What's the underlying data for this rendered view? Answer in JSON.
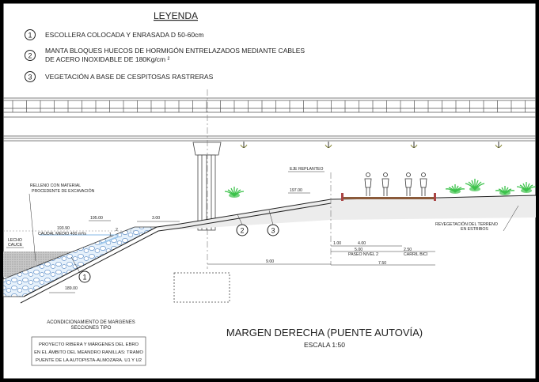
{
  "legend": {
    "title": "LEYENDA",
    "items": [
      {
        "num": "1",
        "line1": "ESCOLLERA COLOCADA Y ENRASADA D 50-60cm",
        "line2": ""
      },
      {
        "num": "2",
        "line1": "MANTA BLOQUES HUECOS DE HORMIGÓN ENTRELAZADOS MEDIANTE CABLES",
        "line2": "DE ACERO INOXIDABLE DE 180Kg/cm ²"
      },
      {
        "num": "3",
        "line1": "VEGETACIÓN A BASE DE CESPITOSAS RASTRERAS",
        "line2": ""
      }
    ]
  },
  "annotations": {
    "relleno1": "RELLENO CON MATERIAL",
    "relleno2": "PROCEDENTE DE EXCAVACIÓN",
    "lecho1": "LECHO",
    "lecho2": "CAUCE",
    "caudal": "CAUDAL MEDIO 400 m³/s",
    "elev_193": "193.90",
    "elev_195": "195.00",
    "elev_189": "189.00",
    "elev_197": "197.00",
    "slope_h": "2",
    "slope_v": "1",
    "dim_300": "3.00",
    "dim_900": "9.00",
    "dim_100": "1.00",
    "dim_400": "4.00",
    "dim_500": "5.00",
    "dim_250": "2.50",
    "dim_750": "7.50",
    "paseo": "PASEO NIVEL 2",
    "carril": "CARRIL BICI",
    "eje": "EJE REPLANTEO",
    "reveg1": "REVEGETACIÓN DEL TERRENO",
    "reveg2": "EN ESTRIBOS",
    "callout1": "1",
    "callout2": "2",
    "callout3": "3"
  },
  "titles": {
    "section1": "ACONDICIONAMIENTO DE MARGENES",
    "section2": "SECCIONES TIPO",
    "project1": "PROYECTO RIBERA Y MÁRGENES DEL EBRO",
    "project2": "EN EL ÁMBITO DEL MEANDRO RANILLAS: TRAMO",
    "project3": "PUENTE DE LA AUTOPISTA-ALMOZARA. U1 Y U2",
    "main": "MARGEN DERECHA (PUENTE AUTOVÍA)",
    "scale": "ESCALA 1:50"
  },
  "colors": {
    "water": "#9ec8ec",
    "vegetation": "#3cc24a",
    "frame": "#000000"
  }
}
